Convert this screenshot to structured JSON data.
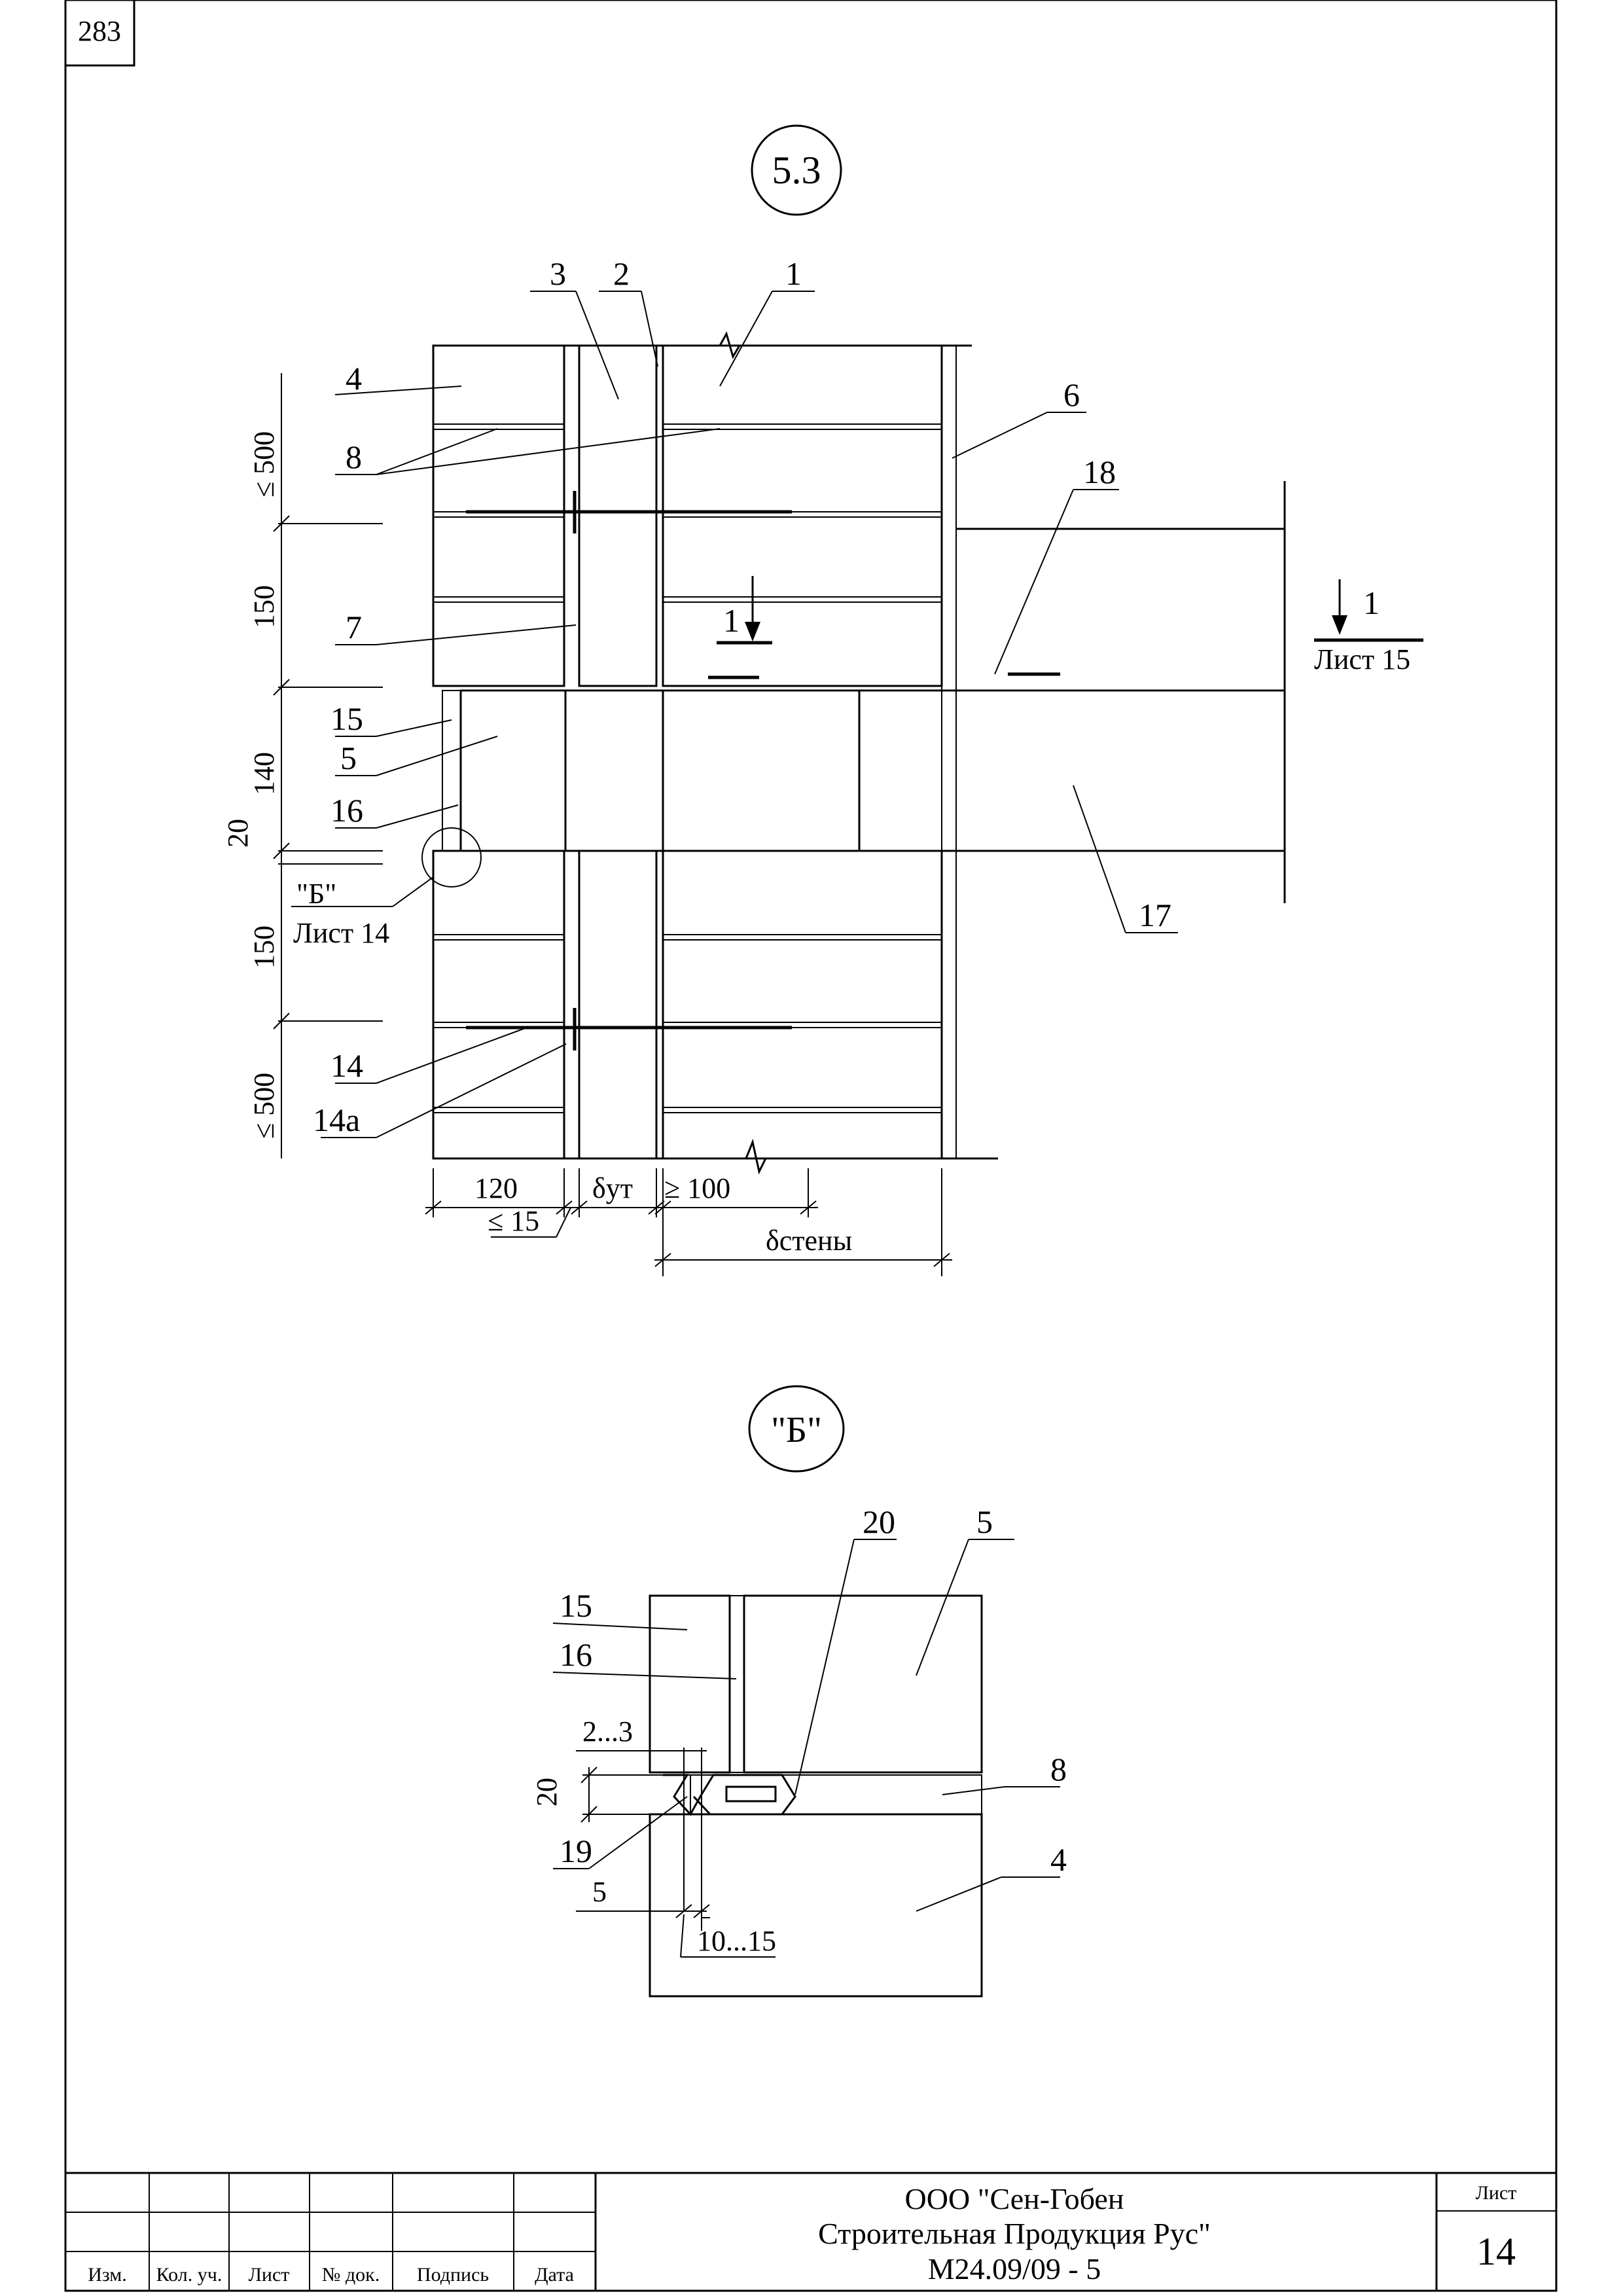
{
  "sheet": {
    "page_number": "283",
    "company_line1": "ООО \"Сен-Гобен",
    "company_line2": "Строительная Продукция Рус\"",
    "document_code": "М24.09/09 - 5",
    "sheet_label": "Лист",
    "sheet_number": "14"
  },
  "title_block": {
    "columns": [
      "Изм.",
      "Кол. уч.",
      "Лист",
      "№ док.",
      "Подпись",
      "Дата"
    ]
  },
  "detail_main": {
    "title": "5.3",
    "callouts": [
      "1",
      "2",
      "3",
      "4",
      "5",
      "6",
      "7",
      "8",
      "14",
      "14а",
      "15",
      "16",
      "17",
      "18"
    ],
    "dims": {
      "top_500": "≤ 500",
      "d150a": "150",
      "d140": "140",
      "d20": "20",
      "d150b": "150",
      "bottom_500": "≤ 500",
      "w120": "120",
      "w_ut": "δут",
      "w100": "≥ 100",
      "w15": "≤ 15",
      "w_wall": "δстены"
    },
    "section_mark": "1",
    "section_ref_num": "1",
    "section_ref_sheet": "Лист 15",
    "detail_ref_name": "\"Б\"",
    "detail_ref_sheet": "Лист 14"
  },
  "detail_b": {
    "title": "\"Б\"",
    "callouts": [
      "20",
      "5",
      "15",
      "16",
      "8",
      "19",
      "4"
    ],
    "dims": {
      "d23": "2...3",
      "d20": "20",
      "d5": "5",
      "d1015": "10...15"
    }
  }
}
